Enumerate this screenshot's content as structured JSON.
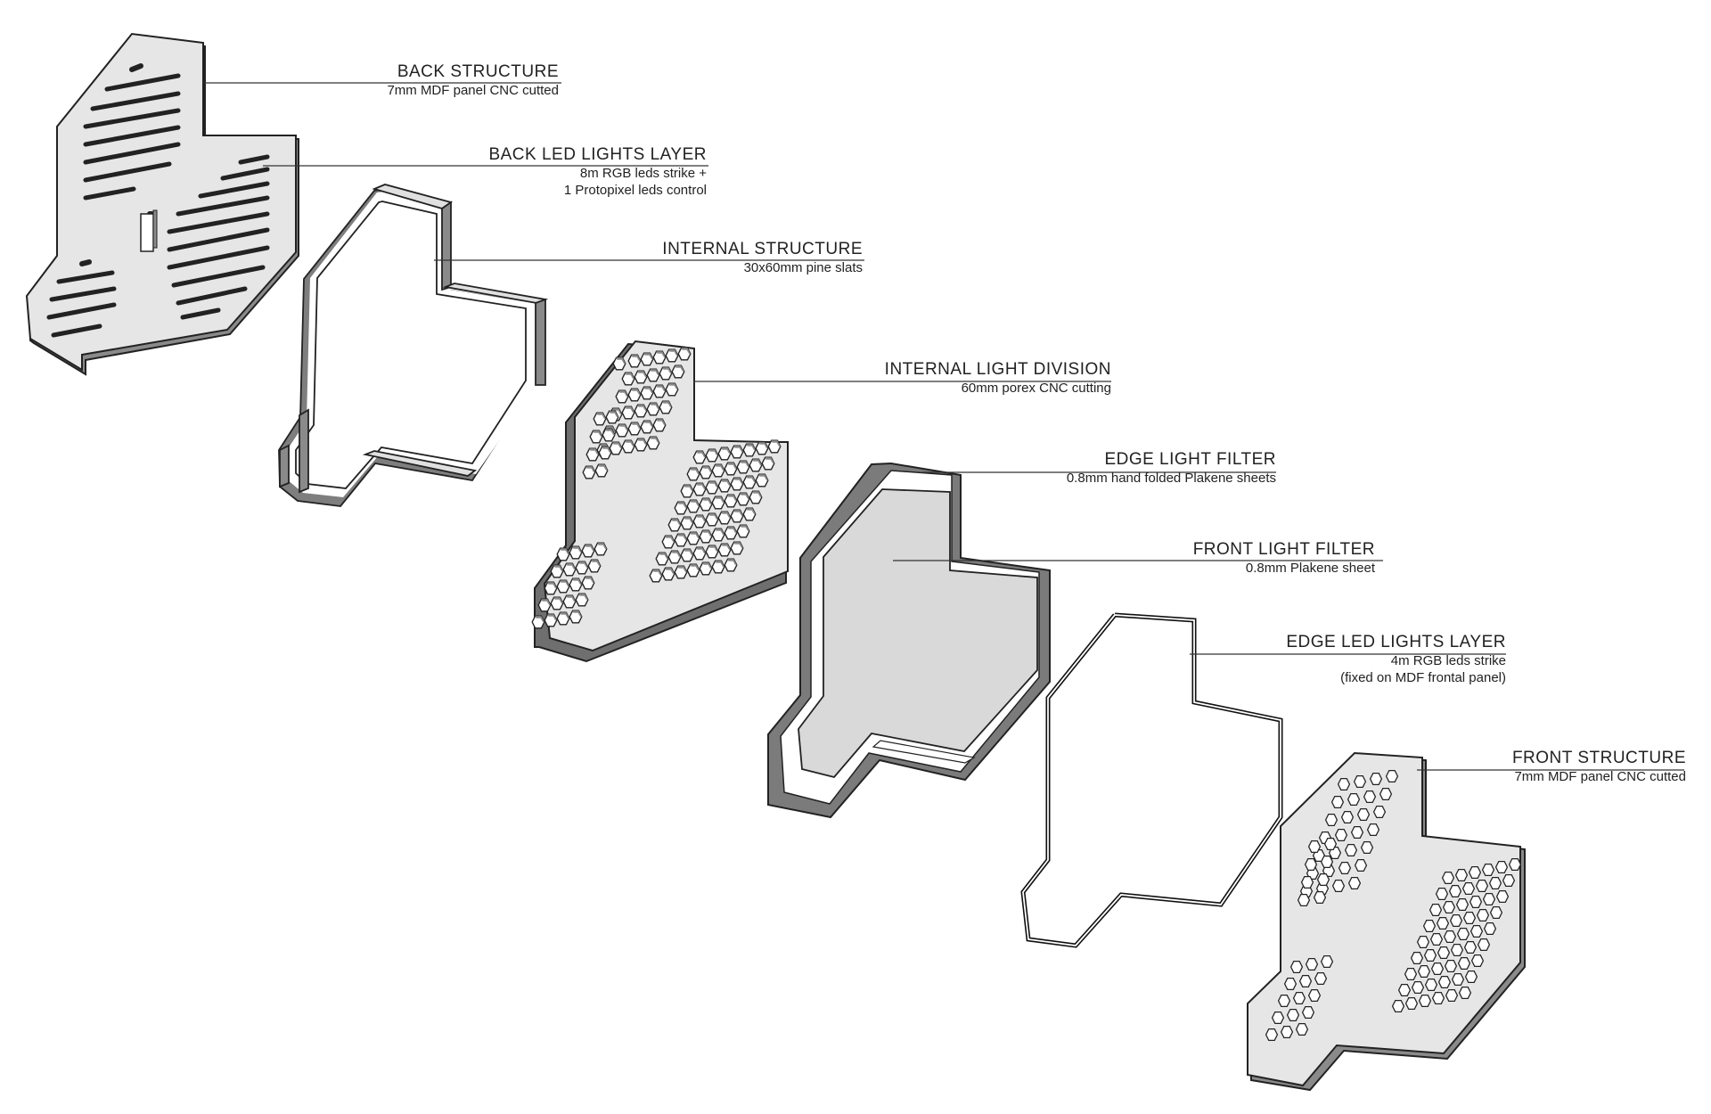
{
  "colors": {
    "panel": "#e6e6e6",
    "edge": "#8a8a8a",
    "edge_dark": "#6f6f6f",
    "line": "#222222",
    "filter": "#d9d9d9"
  },
  "layers": [
    {
      "title": "BACK STRUCTURE",
      "lines": [
        "7mm MDF panel CNC cutted"
      ]
    },
    {
      "title": "BACK LED LIGHTS LAYER",
      "lines": [
        "8m RGB leds strike +",
        "1 Protopixel leds control"
      ]
    },
    {
      "title": "INTERNAL STRUCTURE",
      "lines": [
        "30x60mm pine slats"
      ]
    },
    {
      "title": "INTERNAL LIGHT DIVISION",
      "lines": [
        "60mm porex CNC cutting"
      ]
    },
    {
      "title": "EDGE LIGHT FILTER",
      "lines": [
        "0.8mm hand folded Plakene sheets"
      ]
    },
    {
      "title": "FRONT LIGHT FILTER",
      "lines": [
        "0.8mm Plakene sheet"
      ]
    },
    {
      "title": "EDGE LED LIGHTS LAYER",
      "lines": [
        "4m RGB leds strike",
        "(fixed on MDF frontal panel)"
      ]
    },
    {
      "title": "FRONT STRUCTURE",
      "lines": [
        "7mm MDF panel CNC cutted"
      ]
    }
  ]
}
